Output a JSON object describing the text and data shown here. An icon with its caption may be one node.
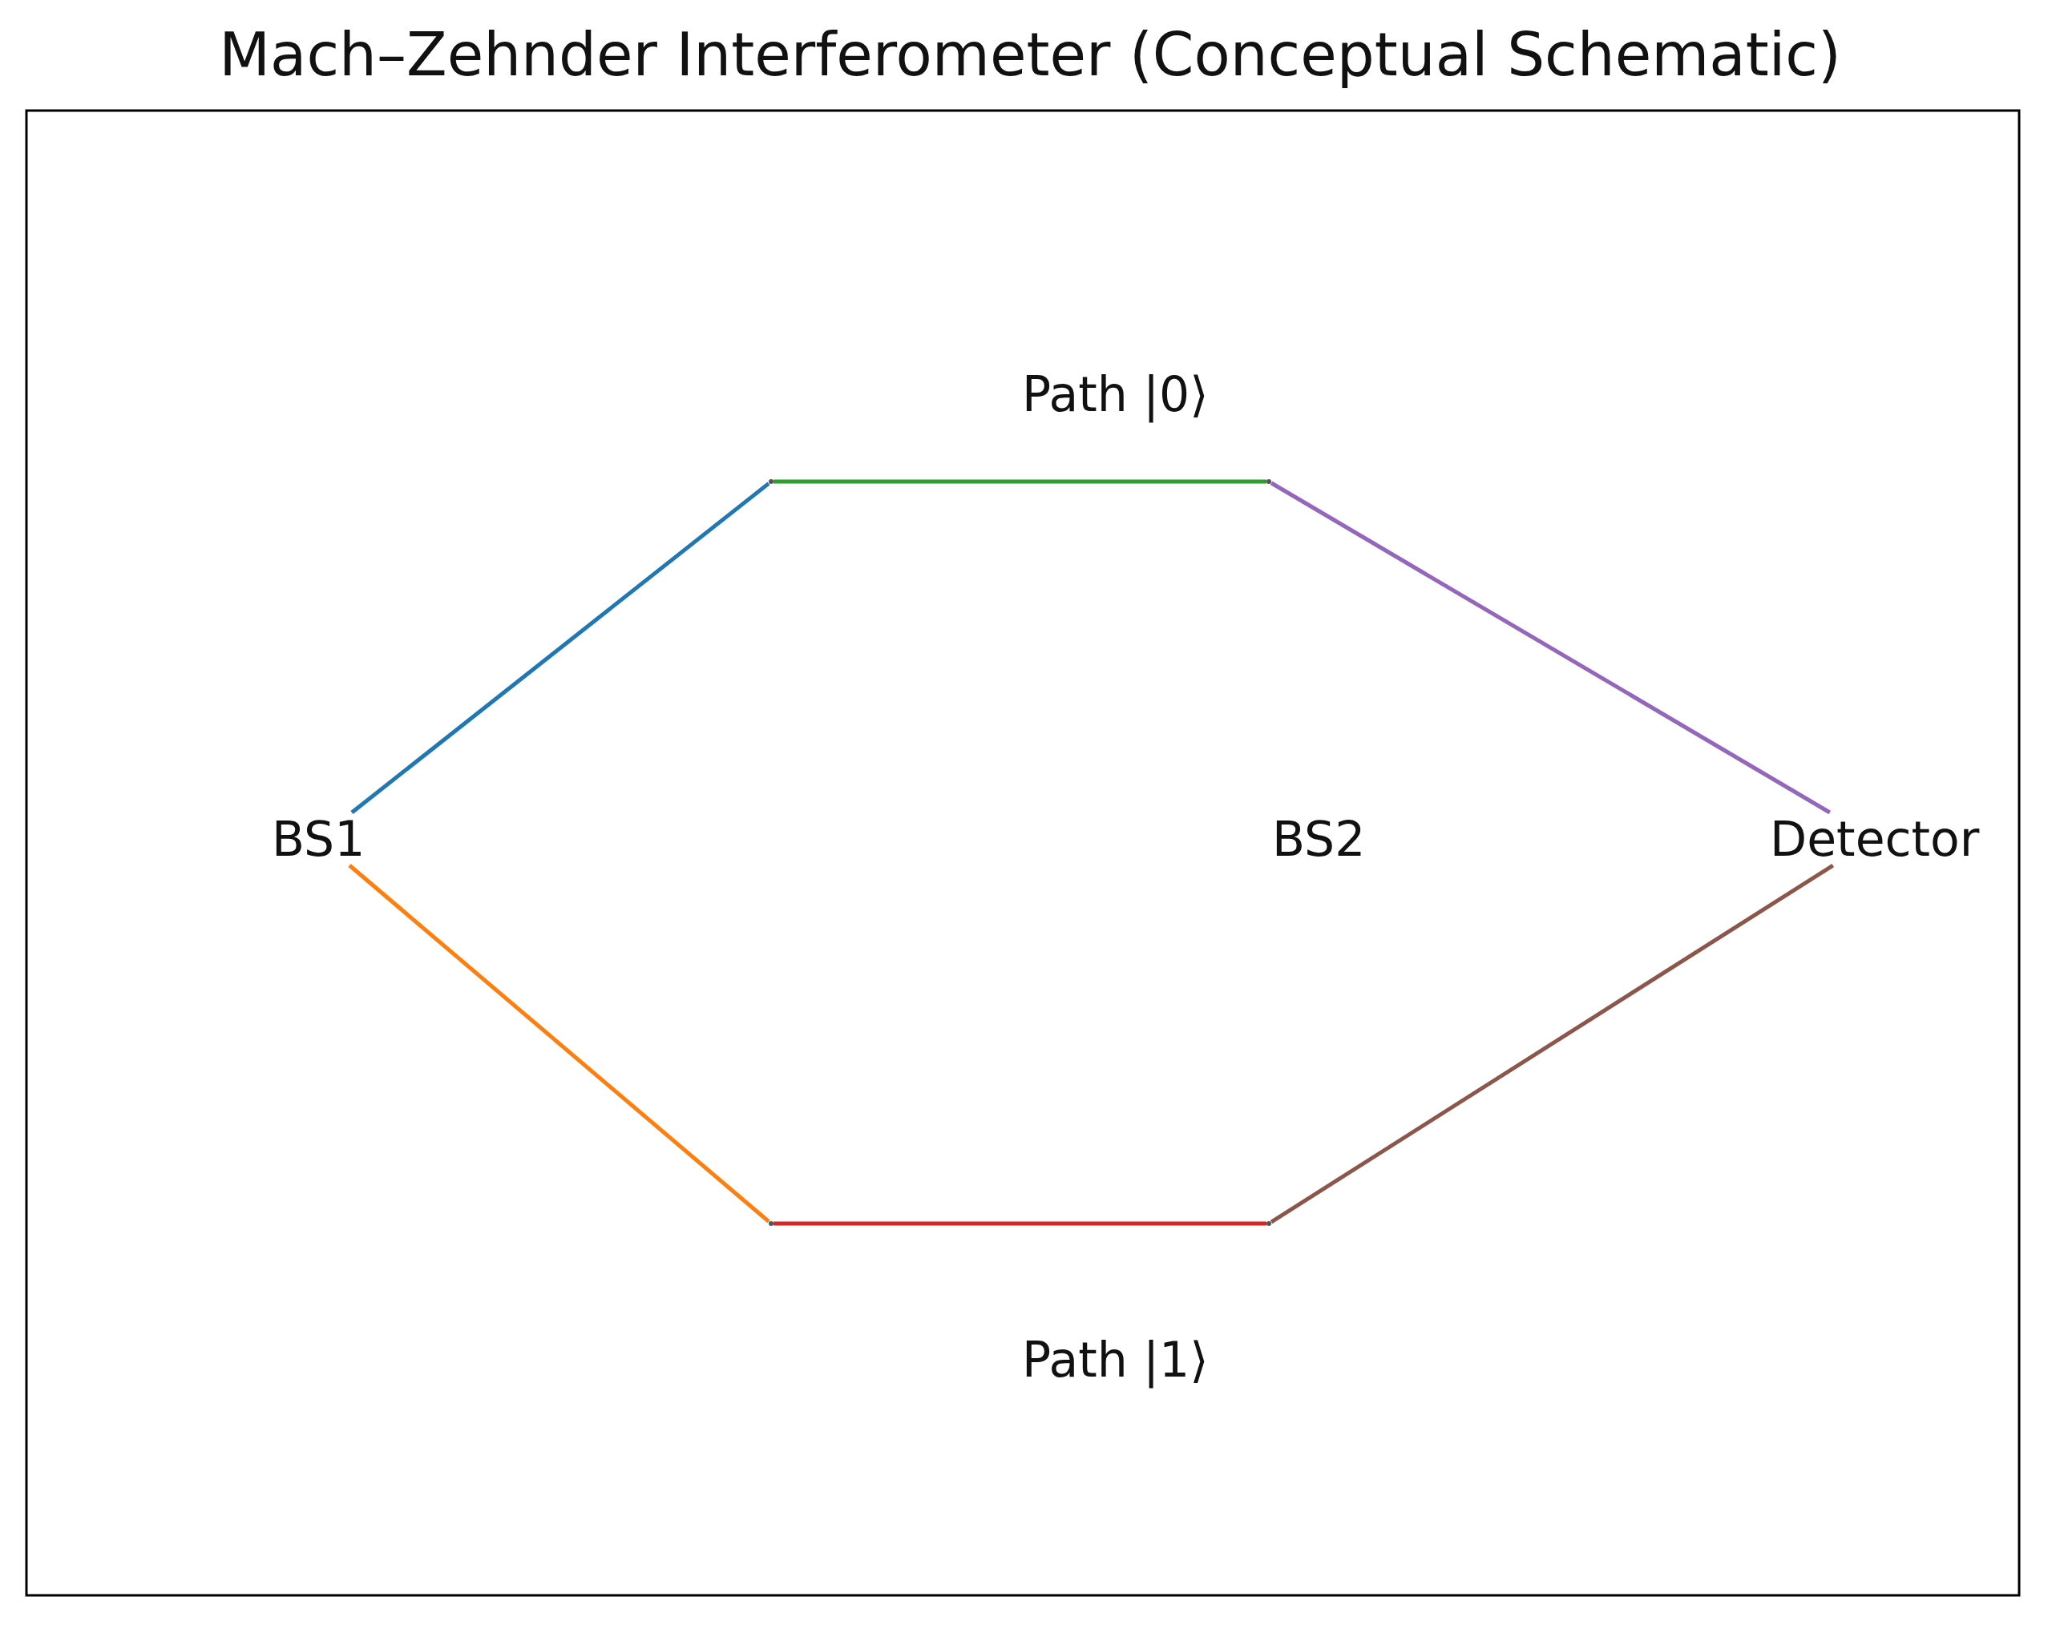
{
  "diagram": {
    "title": "Mach–Zehnder Interferometer (Conceptual Schematic)",
    "nodes": [
      {
        "text": [
          "BS1"
        ]
      },
      {
        "text": [],
        "shape": "point"
      },
      {
        "text": [],
        "shape": "point"
      },
      {
        "text": [],
        "shape": "point"
      },
      {
        "text": [],
        "shape": "point"
      },
      {
        "text": [
          "Detector"
        ]
      }
    ],
    "edges": [
      {
        "from": 0,
        "to": 1,
        "arrow": "none",
        "color": "#1f77b4"
      },
      {
        "from": 0,
        "to": 3,
        "arrow": "none",
        "color": "#ff7f0e"
      },
      {
        "from": 1,
        "to": 2,
        "arrow": "none",
        "color": "#2ca02c"
      },
      {
        "from": 3,
        "to": 4,
        "arrow": "none",
        "color": "#d62728"
      },
      {
        "from": 2,
        "to": 5,
        "arrow": "none",
        "color": "#9467bd"
      },
      {
        "from": 4,
        "to": 5,
        "arrow": "none",
        "color": "#8c564b"
      }
    ],
    "labels": [
      "Path |0⟩",
      "BS2",
      "Path |1⟩"
    ]
  }
}
